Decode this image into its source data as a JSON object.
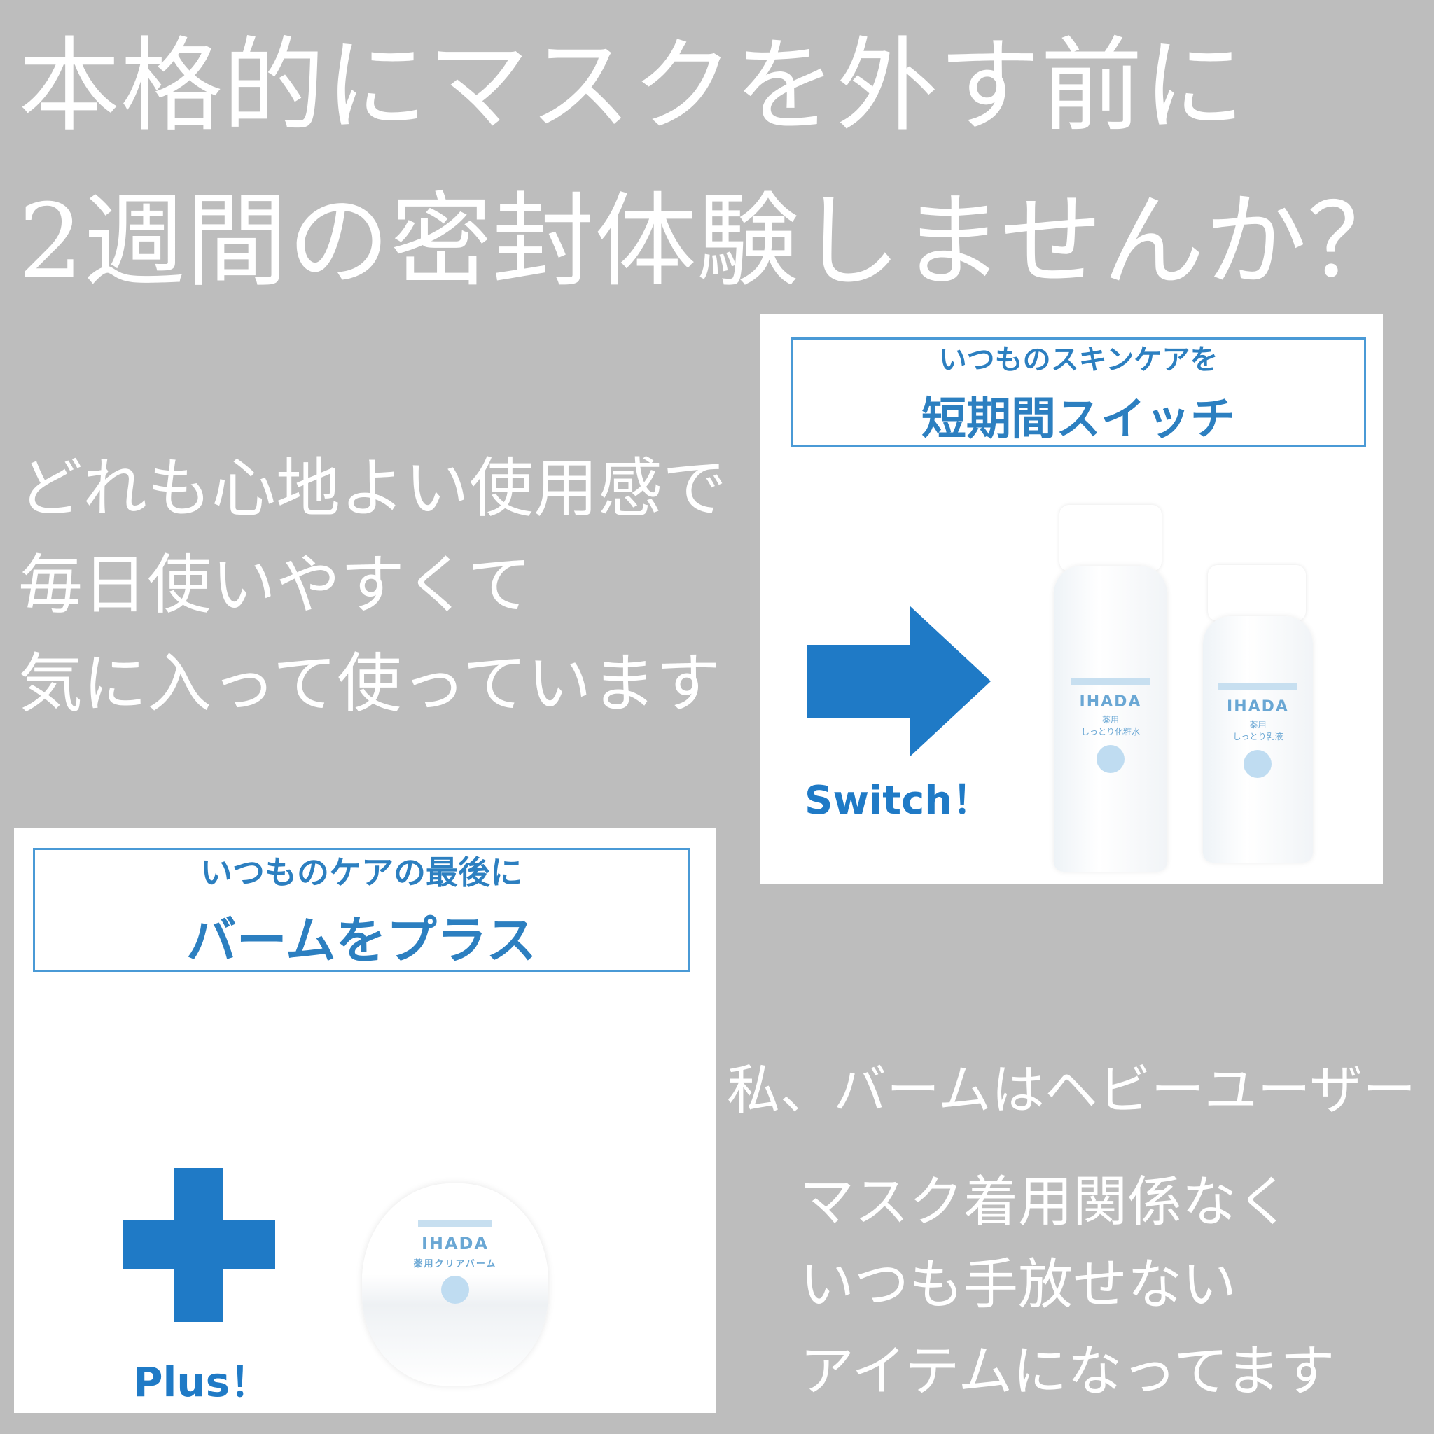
{
  "headline": {
    "line1": "本格的にマスクを外す前に",
    "line2": "2週間の密封体験しませんか？"
  },
  "left_text": [
    "どれも心地よい使用感で",
    "毎日使いやすくて",
    "気に入って使っています"
  ],
  "right_text": {
    "intro": "私、バームはヘビーユーザー",
    "lines": [
      "マスク着用関係なく",
      "いつも手放せない",
      "アイテムになってます"
    ]
  },
  "panel_switch": {
    "sub": "いつものスキンケアを",
    "title": "短期間スイッチ",
    "caption": "Switch！",
    "brand": "IHADA",
    "products": [
      "薬用\nしっとり化粧水",
      "薬用\nしっとり乳液"
    ]
  },
  "panel_plus": {
    "sub": "いつものケアの最後に",
    "title": "バームをプラス",
    "caption": "Plus！",
    "brand": "IHADA",
    "product": "薬用クリアバーム"
  },
  "colors": {
    "background": "#bdbdbd",
    "accent": "#1f7ac6"
  }
}
